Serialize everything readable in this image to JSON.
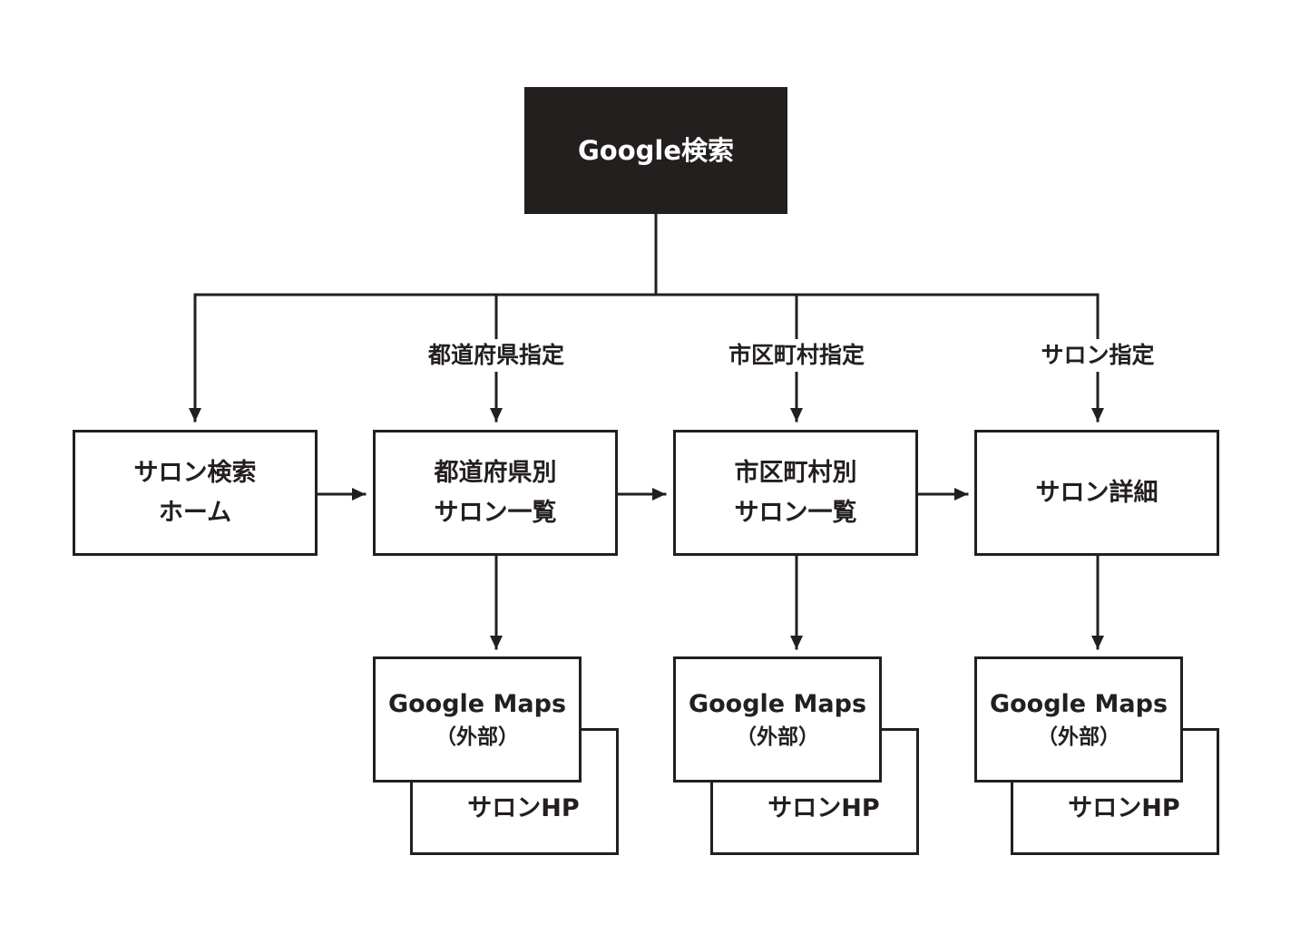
{
  "diagram": {
    "root": "Google検索",
    "edge_labels": {
      "prefecture": "都道府県指定",
      "city": "市区町村指定",
      "salon": "サロン指定"
    },
    "nodes": {
      "home": {
        "line1": "サロン検索",
        "line2": "ホーム"
      },
      "prefecture_list": {
        "line1": "都道府県別",
        "line2": "サロン一覧"
      },
      "city_list": {
        "line1": "市区町村別",
        "line2": "サロン一覧"
      },
      "salon_detail": {
        "line1": "サロン詳細"
      }
    },
    "external": {
      "maps_title": "Google Maps",
      "maps_note": "（外部）",
      "salon_hp": "サロンHP"
    }
  },
  "colors": {
    "ink": "#231f1e",
    "background": "#ffffff"
  }
}
